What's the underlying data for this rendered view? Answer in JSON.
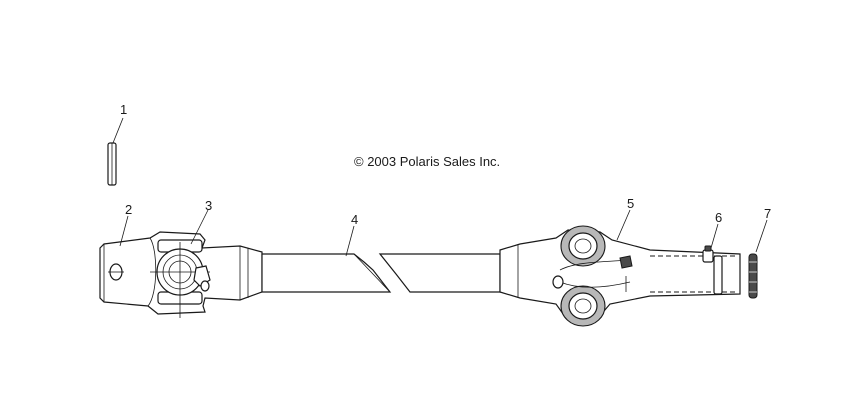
{
  "copyright": "© 2003 Polaris Sales Inc.",
  "callouts": [
    {
      "id": "1",
      "text": "1"
    },
    {
      "id": "2",
      "text": "2"
    },
    {
      "id": "3",
      "text": "3"
    },
    {
      "id": "4",
      "text": "4"
    },
    {
      "id": "5",
      "text": "5"
    },
    {
      "id": "6",
      "text": "6"
    },
    {
      "id": "7",
      "text": "7"
    }
  ],
  "colors": {
    "line": "#1a1a1a",
    "shade": "#b8b8b8",
    "background": "#ffffff"
  }
}
